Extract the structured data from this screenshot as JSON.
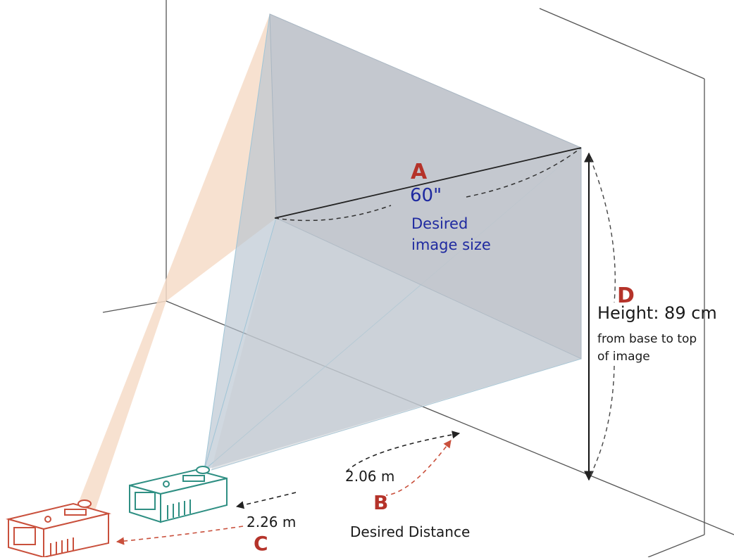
{
  "diagram": {
    "label_a": "A",
    "size_value": "60\"",
    "size_caption_line1": "Desired",
    "size_caption_line2": "image size",
    "label_b": "B",
    "distance_near": "2.06 m",
    "distance_far": "2.26 m",
    "distance_caption": "Desired Distance",
    "label_c": "C",
    "label_d": "D",
    "height_value": "Height: 89 cm",
    "height_caption_line1": "from base to top",
    "height_caption_line2": "of image"
  },
  "colors": {
    "screen_fill": "#c2c6cd",
    "beam_near": "#b7c3cf",
    "beam_far": "#f6dcc8",
    "projector_near": "#2f8f83",
    "projector_far": "#c9503c",
    "accent_red": "#b5332a",
    "accent_blue": "#1f2aa0"
  }
}
